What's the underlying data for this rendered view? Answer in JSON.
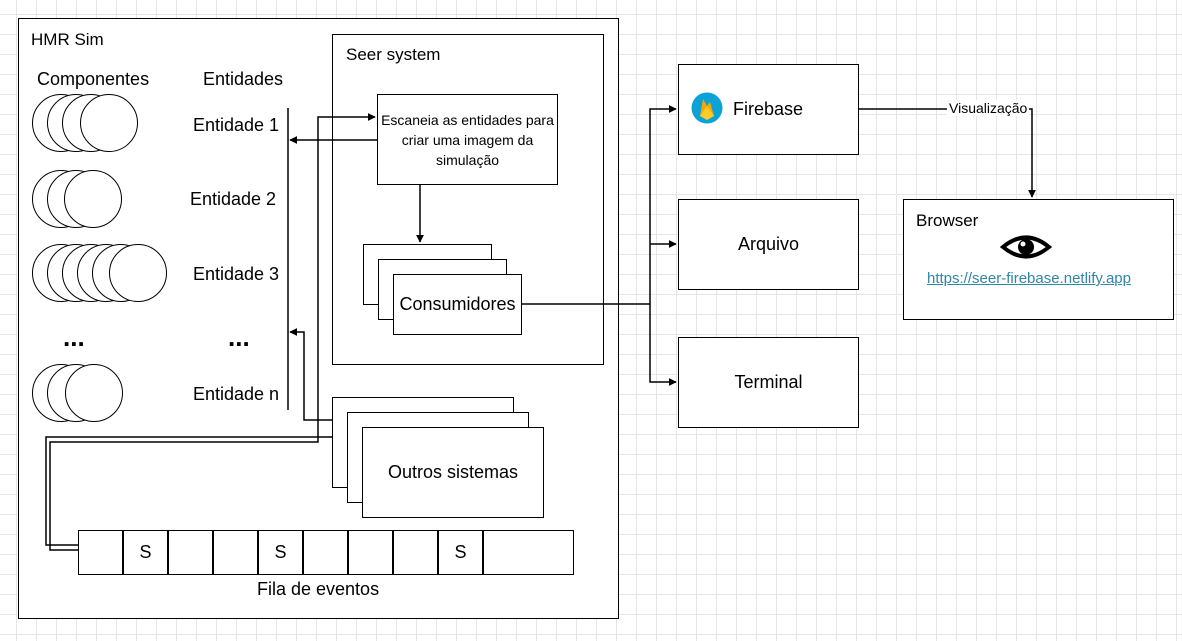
{
  "hmr": {
    "title": "HMR Sim",
    "componentes": "Componentes",
    "entidades": "Entidades"
  },
  "entities": [
    "Entidade 1",
    "Entidade 2",
    "Entidade 3",
    "...",
    "Entidade n"
  ],
  "component_dots": "...",
  "seer": {
    "title": "Seer system",
    "scan": "Escaneia as entidades para criar uma imagem da simulação",
    "consumidores": "Consumidores"
  },
  "outros": "Outros sistemas",
  "queue": {
    "label": "Fila de eventos",
    "cells": [
      "",
      "S",
      "",
      "",
      "S",
      "",
      "",
      "",
      "S",
      ""
    ]
  },
  "outputs": {
    "firebase": "Firebase",
    "arquivo": "Arquivo",
    "terminal": "Terminal"
  },
  "edge_label": "Visualização",
  "browser": {
    "title": "Browser",
    "url": "https://seer-firebase.netlify.app"
  },
  "colors": {
    "firebase_circle": "#0ca2d6",
    "flame_outer": "#f6a800",
    "flame_inner": "#ffcb2b",
    "link": "#2f86a8"
  },
  "icons": {
    "firebase": "firebase-icon",
    "browser": "eye-icon"
  }
}
